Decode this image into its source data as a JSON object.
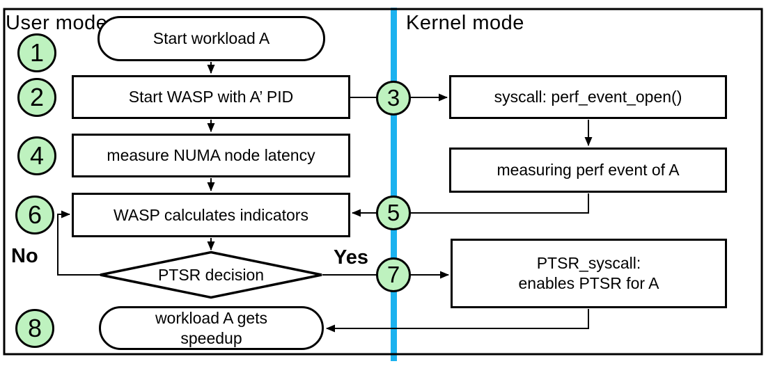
{
  "title": "PTSR / WASP workflow flowchart",
  "colors": {
    "badge_green": "#BEF2BF",
    "divider_blue": "#1CB2EF",
    "line_black": "#000000"
  },
  "regions": {
    "user_mode_label": "User mode",
    "kernel_mode_label": "Kernel mode"
  },
  "branch_labels": {
    "no": "No",
    "yes": "Yes"
  },
  "badges": {
    "b1": "1",
    "b2": "2",
    "b3": "3",
    "b4": "4",
    "b5": "5",
    "b6": "6",
    "b7": "7",
    "b8": "8"
  },
  "nodes": {
    "start_workload": "Start workload A",
    "start_wasp": "Start WASP with A’ PID",
    "measure_numa": "measure NUMA node latency",
    "wasp_indicators": "WASP calculates indicators",
    "ptsr_decision": "PTSR decision",
    "workload_speedup_line1": "workload A gets",
    "workload_speedup_line2": "speedup",
    "syscall_perf": "syscall: perf_event_open()",
    "measuring_perf": "measuring perf event of A",
    "ptsr_syscall_line1": "PTSR_syscall:",
    "ptsr_syscall_line2": "enables PTSR for A"
  }
}
